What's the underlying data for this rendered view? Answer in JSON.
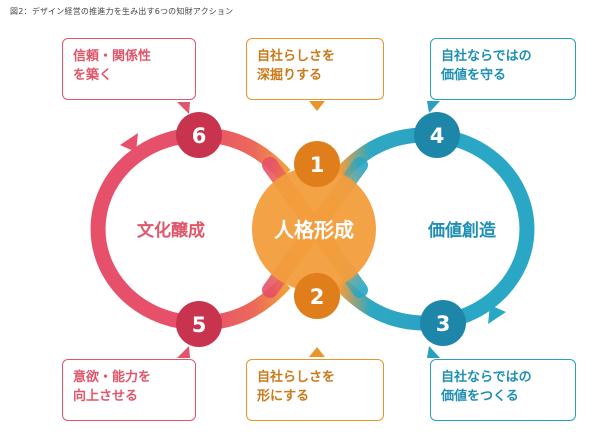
{
  "caption": "図2：デザイン経営の推進力を生み出す6つの知財アクション",
  "center_label": "人格形成",
  "left_label": "文化醸成",
  "right_label": "価値創造",
  "steps": [
    {
      "num": "1",
      "lines": [
        "自社らしさを",
        "深掘りする"
      ]
    },
    {
      "num": "2",
      "lines": [
        "自社らしさを",
        "形にする"
      ]
    },
    {
      "num": "3",
      "lines": [
        "自社ならではの",
        "価値をつくる"
      ]
    },
    {
      "num": "4",
      "lines": [
        "自社ならではの",
        "価値を守る"
      ]
    },
    {
      "num": "5",
      "lines": [
        "意欲・能力を",
        "向上させる"
      ]
    },
    {
      "num": "6",
      "lines": [
        "信頼・関係性",
        "を築く"
      ]
    }
  ],
  "colors": {
    "red": "#e0566a",
    "red_dark": "#c8344d",
    "orange": "#f09a38",
    "orange_dark": "#e07e1c",
    "teal": "#2aa7c4",
    "teal_dark": "#1e86a8"
  }
}
